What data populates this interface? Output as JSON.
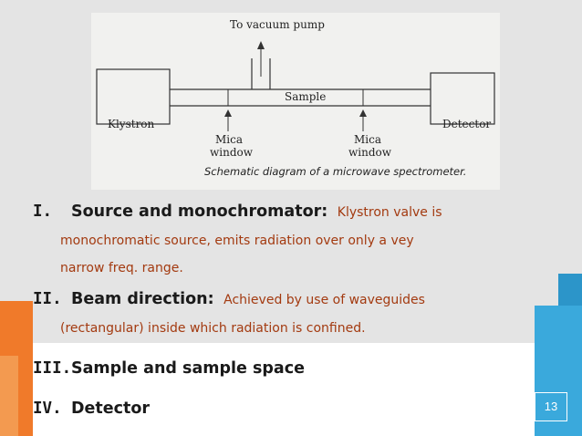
{
  "diagram": {
    "labels": {
      "vacuum": "To vacuum pump",
      "sample": "Sample",
      "klystron": "Klystron",
      "detector": "Detector",
      "mica_left_1": "Mica",
      "mica_left_2": "window",
      "mica_right_1": "Mica",
      "mica_right_2": "window"
    },
    "caption": "Schematic diagram of a microwave spectrometer."
  },
  "items": [
    {
      "number": "I.",
      "heading": "Source and monochromator:",
      "desc": "Klystron valve is",
      "cont": [
        "monochromatic source, emits radiation over only a vey",
        "narrow freq. range."
      ]
    },
    {
      "number": "II.",
      "heading": "Beam direction:",
      "desc": "Achieved by use of waveguides",
      "cont": [
        "(rectangular) inside which radiation is confined."
      ]
    },
    {
      "number": "III.",
      "heading": "Sample and sample space"
    },
    {
      "number": "IV.",
      "heading": "Detector"
    }
  ],
  "page_number": "13",
  "colors": {
    "accent_orange": "#f07a2a",
    "accent_blue": "#3aa9dc",
    "desc_text": "#a33a10"
  }
}
